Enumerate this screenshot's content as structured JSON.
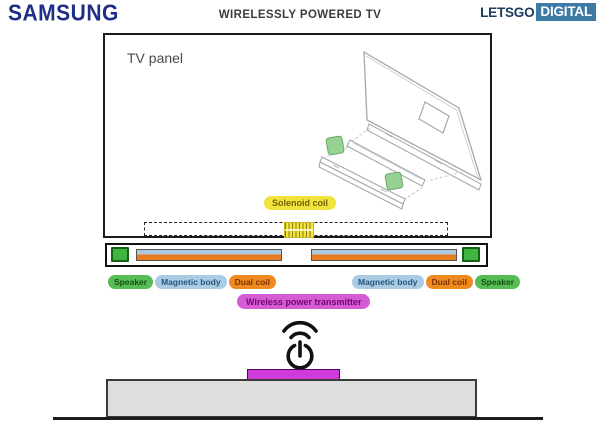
{
  "header": {
    "samsung_logo": "SAMSUNG",
    "title": "WIRELESSLY POWERED TV",
    "letsgo": "LETSGO",
    "digital": "DIGITAL"
  },
  "diagram": {
    "tv_panel_label": "TV panel",
    "solenoid_coil_label": "Solenoid coil",
    "labels_left": [
      "Speaker",
      "Magnetic body",
      "Dual coil"
    ],
    "labels_right": [
      "Magnetic body",
      "Dual coil",
      "Speaker"
    ],
    "transmitter_label": "Wireless power transmitter",
    "icons": {
      "wireless_power": "wireless-power-icon"
    }
  },
  "colors": {
    "samsung_blue": "#1f2f87",
    "letsgo_navy": "#1b3a5e",
    "digital_badge_bg": "#3d7aa6",
    "title_gray": "#3c3c3c",
    "speaker_green": "#56bc56",
    "magnetic_body_blue": "#a9cce3",
    "dual_coil_orange": "#ee8a1f",
    "solenoid_yellow": "#f2e33c",
    "transmitter_magenta": "#d65cd6",
    "transmitter_bar_magenta": "#cf3bd8",
    "pedestal_gray": "#dedede",
    "drawing_stroke_gray": "#a4aaaa"
  }
}
